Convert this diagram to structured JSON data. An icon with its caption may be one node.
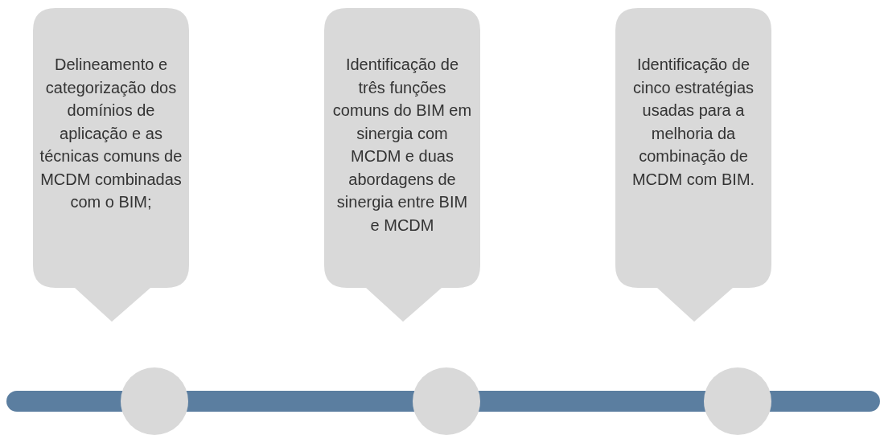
{
  "diagram": {
    "nodes": [
      {
        "text": [
          "Delineamento e categorização dos domínios de aplicação e as técnicas comuns de MCDM combinadas com o BIM;"
        ]
      },
      {
        "text": [
          "Identificação de três funções comuns do BIM em sinergia com MCDM e duas abordagens de sinergia entre BIM e MCDM"
        ]
      },
      {
        "text": [
          "Identificação de cinco estratégias usadas para a melhoria da combinação de MCDM com BIM."
        ]
      },
      {
        "text": [],
        "shape": "bar"
      },
      {
        "text": [],
        "shape": "circle"
      },
      {
        "text": [],
        "shape": "circle"
      },
      {
        "text": [],
        "shape": "circle"
      }
    ]
  }
}
